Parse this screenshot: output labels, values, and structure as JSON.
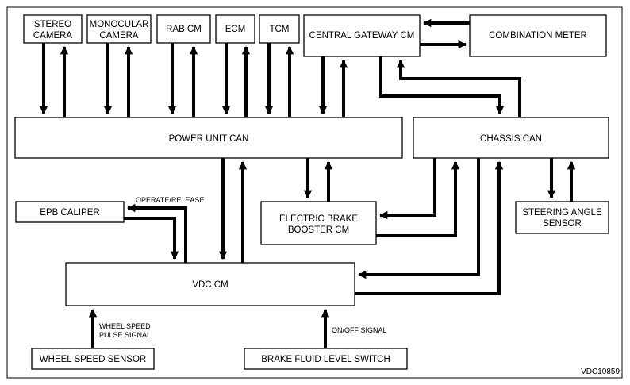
{
  "modules": {
    "stereo_camera": [
      "STEREO",
      "CAMERA"
    ],
    "monocular_camera": [
      "MONOCULAR",
      "CAMERA"
    ],
    "rab_cm": "RAB CM",
    "ecm": "ECM",
    "tcm": "TCM",
    "central_gateway_cm": "CENTRAL GATEWAY CM",
    "combination_meter": "COMBINATION METER",
    "power_unit_can": "POWER UNIT CAN",
    "chassis_can": "CHASSIS CAN",
    "epb_caliper": "EPB CALIPER",
    "electric_brake_booster_cm": [
      "ELECTRIC BRAKE",
      "BOOSTER CM"
    ],
    "steering_angle_sensor": [
      "STEERING ANGLE",
      "SENSOR"
    ],
    "vdc_cm": "VDC CM",
    "wheel_speed_sensor": "WHEEL SPEED SENSOR",
    "brake_fluid_level_switch": "BRAKE FLUID LEVEL SWITCH"
  },
  "signals": {
    "operate_release": "OPERATE/RELEASE",
    "wheel_speed_pulse": [
      "WHEEL SPEED",
      "PULSE SIGNAL"
    ],
    "on_off": "ON/OFF SIGNAL"
  },
  "figure_id": "VDC10859"
}
